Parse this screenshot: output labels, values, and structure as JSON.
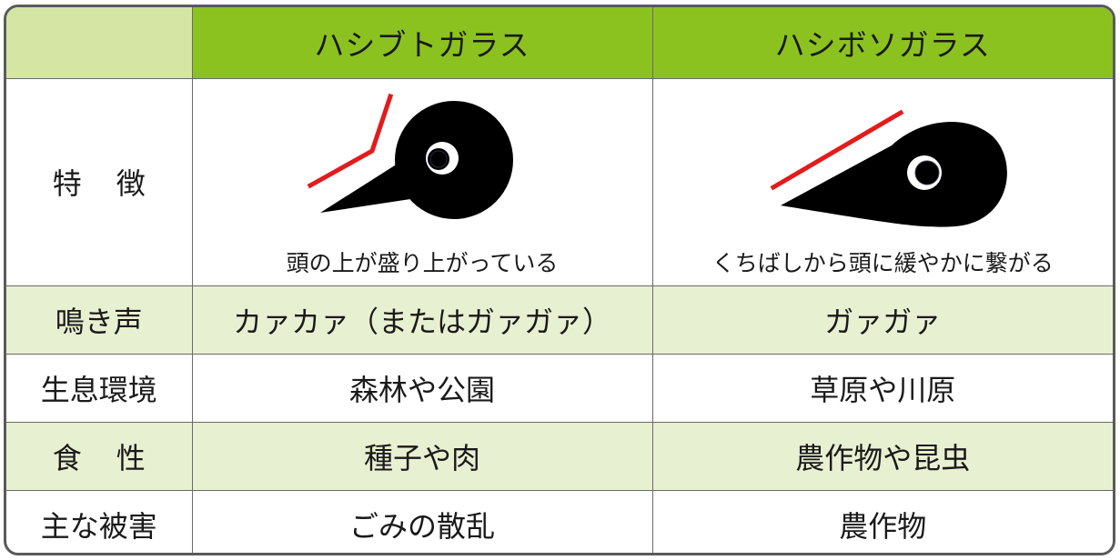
{
  "table": {
    "columns": [
      "ハシブトガラス",
      "ハシボソガラス"
    ],
    "features": {
      "label": "特徴",
      "captions": [
        "頭の上が盛り上がっている",
        "くちばしから頭に緩やかに繋がる"
      ]
    },
    "rows": [
      {
        "label": "鳴き声",
        "values": [
          "カァカァ（またはガァガァ）",
          "ガァガァ"
        ]
      },
      {
        "label": "生息環境",
        "values": [
          "森林や公園",
          "草原や川原"
        ]
      },
      {
        "label": "食性",
        "values": [
          "種子や肉",
          "農作物や昆虫"
        ]
      },
      {
        "label": "主な被害",
        "values": [
          "ごみの散乱",
          "農作物"
        ]
      }
    ]
  },
  "colors": {
    "header_green": "#8cc21f",
    "header_corner": "#d4e5a4",
    "row_tint": "#e8f0d2",
    "outline_red": "#e31b1b",
    "bird_black": "#000000"
  },
  "icons": [
    "jungle-crow-head-icon",
    "carrion-crow-head-icon"
  ]
}
